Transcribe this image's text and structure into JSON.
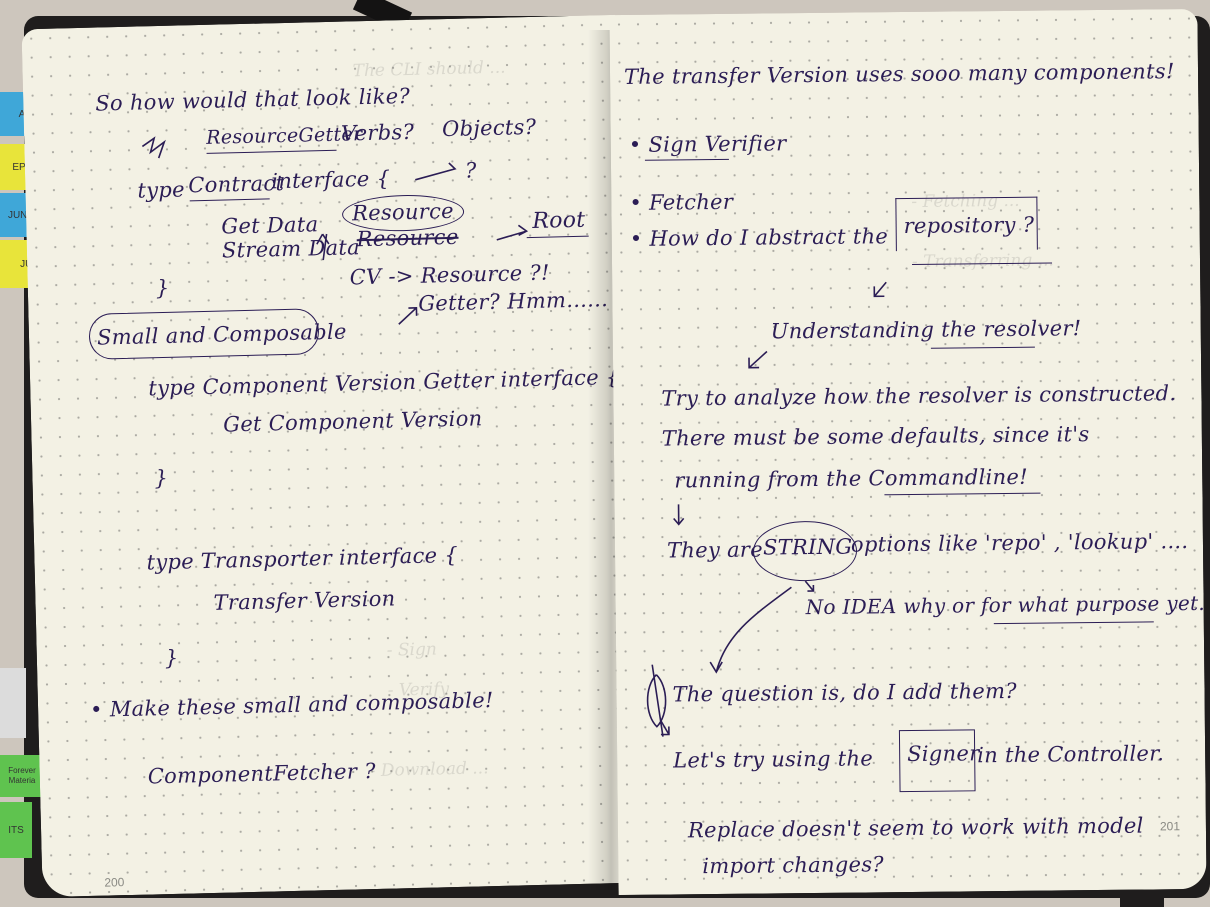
{
  "left_page": {
    "page_number": "200",
    "lines": [
      "So how would that look like?",
      "ResourceGetter",
      "Verbs?",
      "Objects?",
      "type",
      "Contract",
      "interface {",
      "?",
      "Get Data",
      "Stream Data",
      "Resource",
      "Resource",
      "Root",
      "CV -> Resource ?!",
      "}",
      "Small and Composable",
      "Getter? Hmm......",
      "type Component Version Getter interface {",
      "Get Component Version",
      "}",
      "type Transporter interface {",
      "Transfer Version",
      "}",
      "• Make these small and composable!",
      "ComponentFetcher ?"
    ]
  },
  "right_page": {
    "page_number": "201",
    "lines": [
      "The transfer Version uses sooo many components!",
      "• Sign Verifier",
      "• Fetcher",
      "• How do I abstract the",
      "repository ?",
      "Understanding the resolver!",
      "Try to analyze how the resolver is constructed.",
      "There must be some defaults, since it's",
      "running from the Commandline!",
      "They are",
      "STRING",
      "options like 'repo' , 'lookup' ....",
      "No IDEA why or for what purpose yet.",
      "The question is, do I add them?",
      "Let's try using the",
      "Signer",
      "in the Controller.",
      "Replace doesn't seem to work with model",
      "import changes?"
    ]
  },
  "side_tabs": [
    "A",
    "EPA",
    "JUNE",
    "JULY",
    "Forever Materia",
    "ITS"
  ],
  "colors": {
    "ink": "#2b1d55",
    "paper": "#f3f1e4",
    "cover": "#1f1d1d",
    "desk": "#cdc6bd",
    "tab_blue": "#3fa7d8",
    "tab_yellow": "#e8e43a",
    "tab_green": "#5fc34f"
  }
}
